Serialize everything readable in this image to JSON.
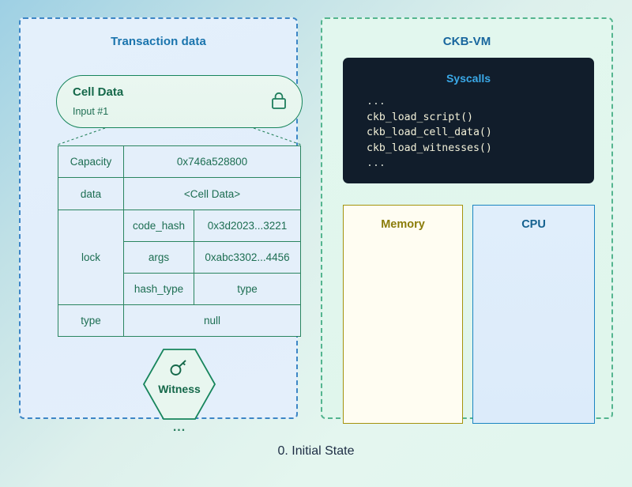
{
  "caption": "0. Initial State",
  "colors": {
    "accent_blue": "#1a74ad",
    "green_border": "#2a8560",
    "dark_panel": "#111d2b",
    "syscall_text": "#f2f0d8",
    "memory_border": "#a4930d",
    "cpu_border": "#1b85c2"
  },
  "left_panel": {
    "title": "Transaction data",
    "cell": {
      "title": "Cell Data",
      "subtitle": "Input #1",
      "lock_icon": "lock-icon"
    },
    "table": {
      "rows": [
        {
          "key": "Capacity",
          "value": "0x746a528800"
        },
        {
          "key": "data",
          "value": "<Cell Data>"
        },
        {
          "key": "lock",
          "subrows": [
            {
              "key": "code_hash",
              "value": "0x3d2023...3221"
            },
            {
              "key": "args",
              "value": "0xabc3302...4456"
            },
            {
              "key": "hash_type",
              "value": "type"
            }
          ]
        },
        {
          "key": "type",
          "value": "null"
        }
      ]
    },
    "witness": {
      "label": "Witness",
      "icon": "key-icon"
    },
    "ellipsis": "..."
  },
  "right_panel": {
    "title": "CKB-VM",
    "syscalls": {
      "title": "Syscalls",
      "lines": [
        "...",
        "ckb_load_script()",
        "ckb_load_cell_data()",
        "ckb_load_witnesses()",
        "..."
      ]
    },
    "memory": {
      "title": "Memory"
    },
    "cpu": {
      "title": "CPU"
    }
  }
}
